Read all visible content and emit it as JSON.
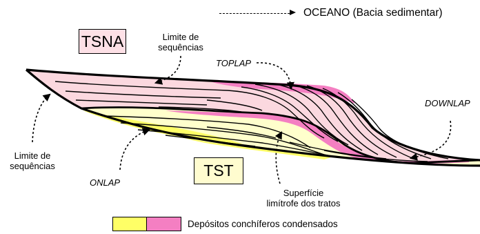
{
  "labels": {
    "ocean": "OCEANO (Bacia sedimentar)",
    "tsna": "TSNA",
    "tst": "TST",
    "limite_top": [
      "Limite de",
      "sequências"
    ],
    "limite_left": [
      "Limite de",
      "sequências"
    ],
    "toplap": "TOPLAP",
    "downlap": "DOWNLAP",
    "onlap": "ONLAP",
    "superficie": [
      "Superfície",
      "limítrofe dos tratos"
    ]
  },
  "legend": {
    "text": "Depósitos conchíferos condensados",
    "swatches": [
      {
        "name": "yellow-swatch",
        "color": "#ffff66"
      },
      {
        "name": "pink-swatch",
        "color": "#f47fc2"
      }
    ]
  },
  "colors": {
    "tsna_fill": "#fbd8df",
    "tst_fill": "#ffffcc",
    "condensed_yellow": "#ffff66",
    "condensed_pink": "#f47fc2",
    "tsna_box": "#fde0e6",
    "tst_box": "#fffccf"
  }
}
